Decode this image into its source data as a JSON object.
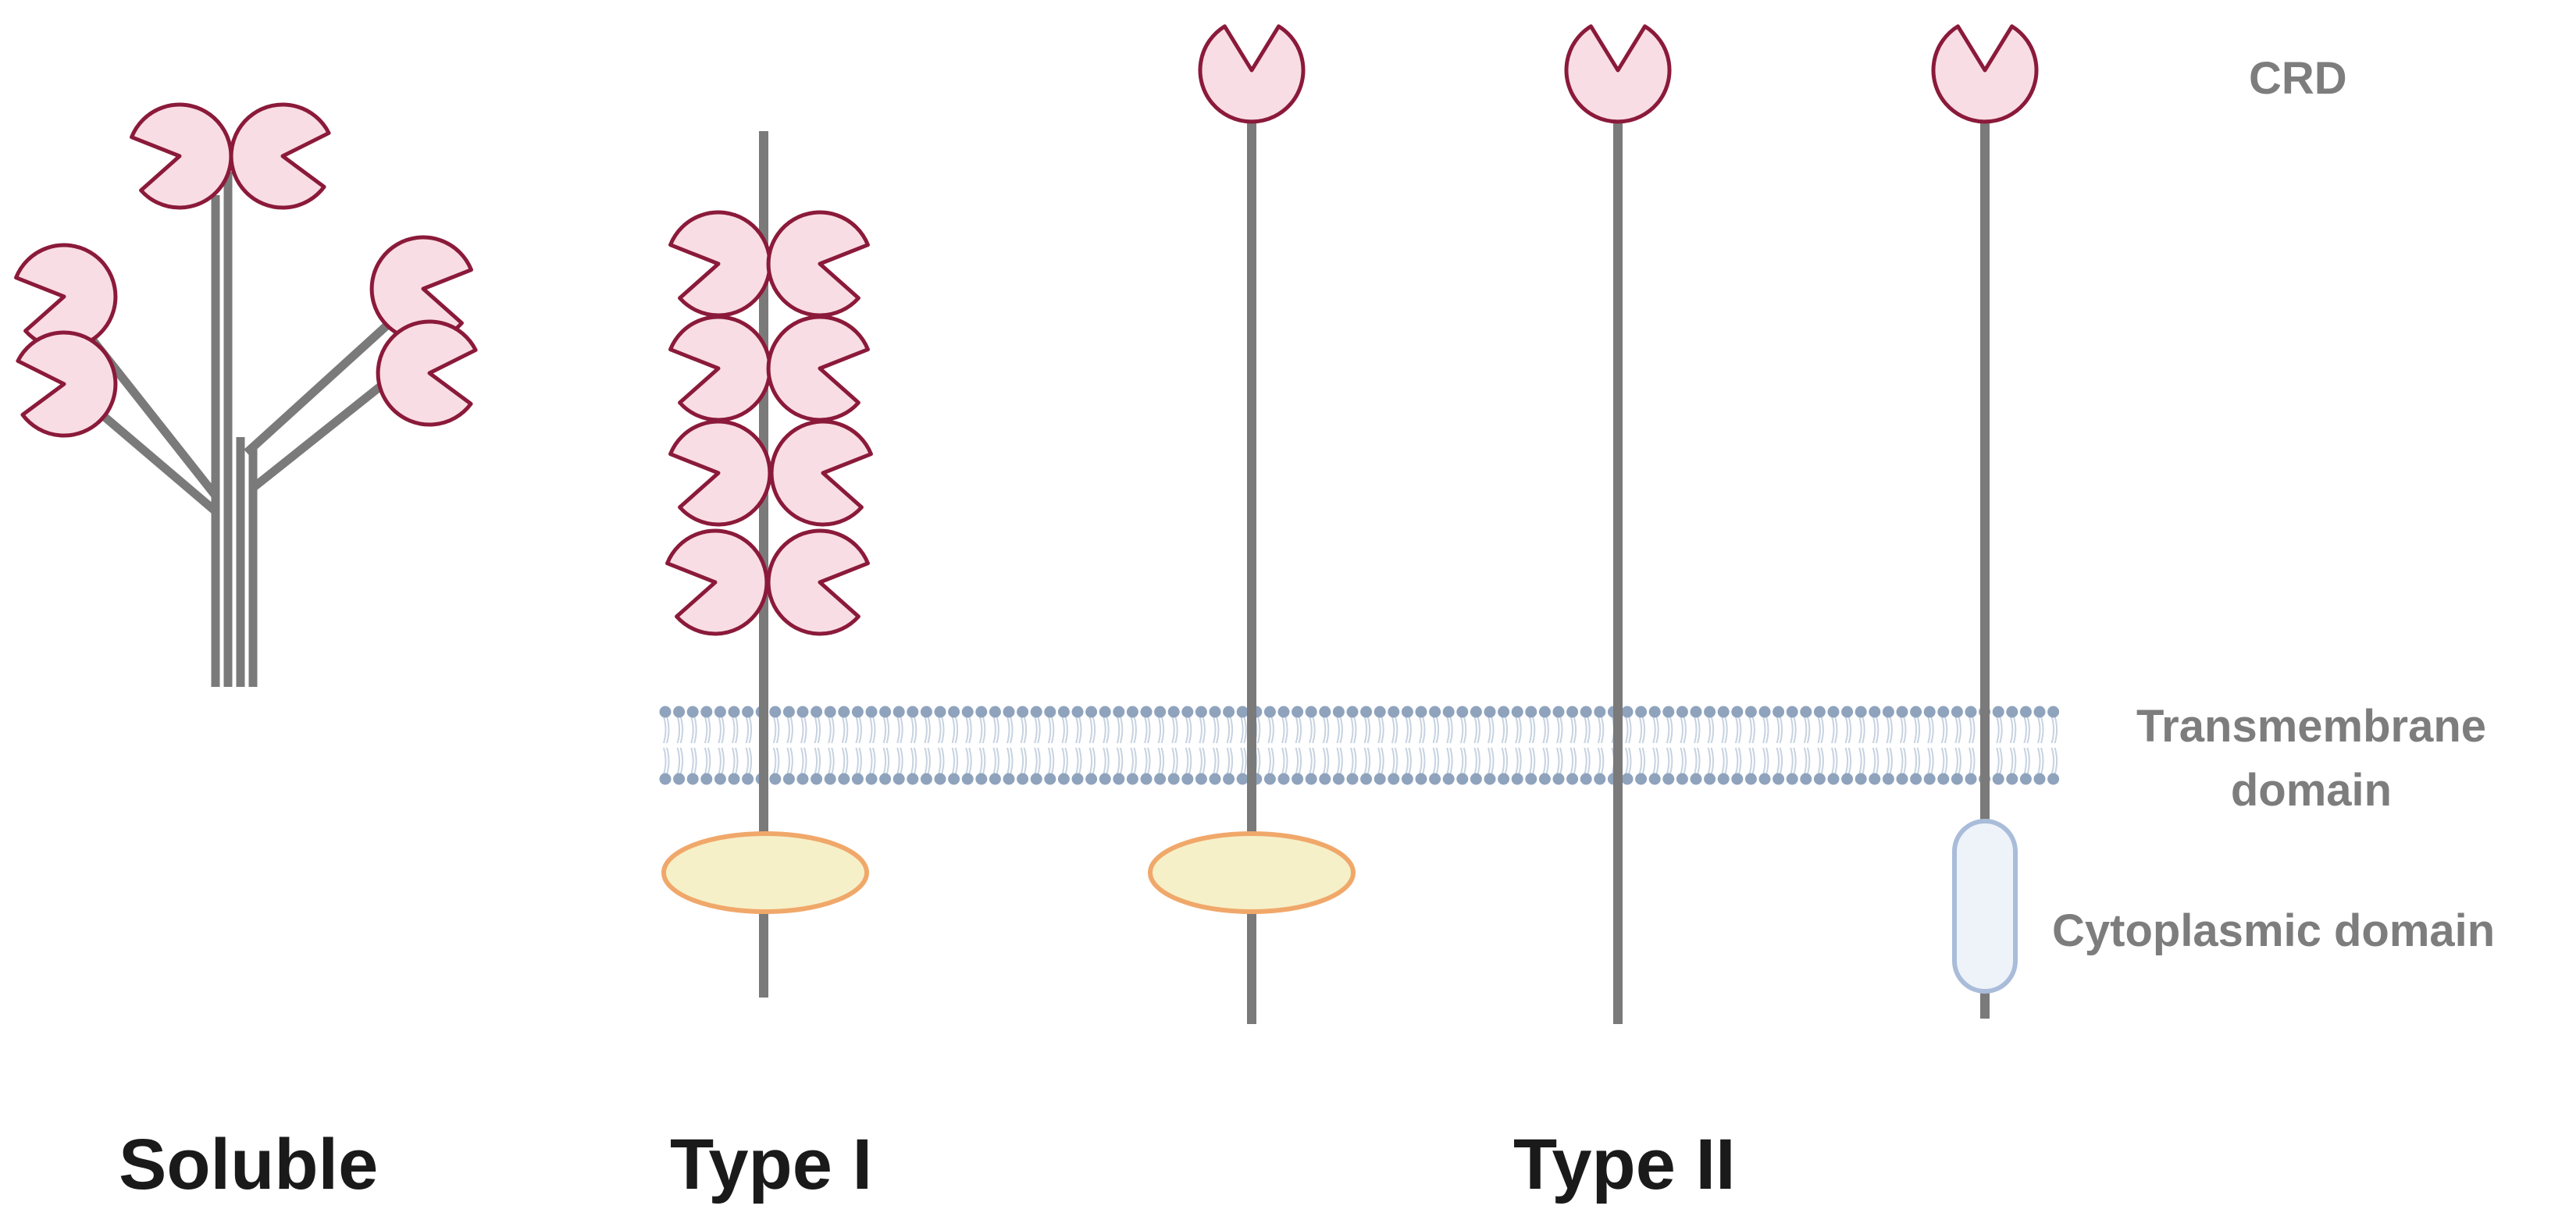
{
  "labels": {
    "crd": "CRD",
    "transmembrane": "Transmembrane domain",
    "cytoplasmic": "Cytoplasmic domain",
    "soluble": "Soluble",
    "type1": "Type I",
    "type2": "Type II"
  },
  "colors": {
    "stalk": "#7a7a7a",
    "crd_fill": "#f9dde4",
    "crd_stroke": "#8b1a3a",
    "membrane_dot": "#8fa3bd",
    "membrane_line": "#c7d3e0",
    "ellipse_fill": "#f6f0c8",
    "ellipse_stroke": "#f0a86a",
    "capsule_fill": "#eef3fa",
    "capsule_stroke": "#a9bcd9",
    "side_text": "#7d7d7d",
    "bottom_text": "#1a1a1a"
  }
}
